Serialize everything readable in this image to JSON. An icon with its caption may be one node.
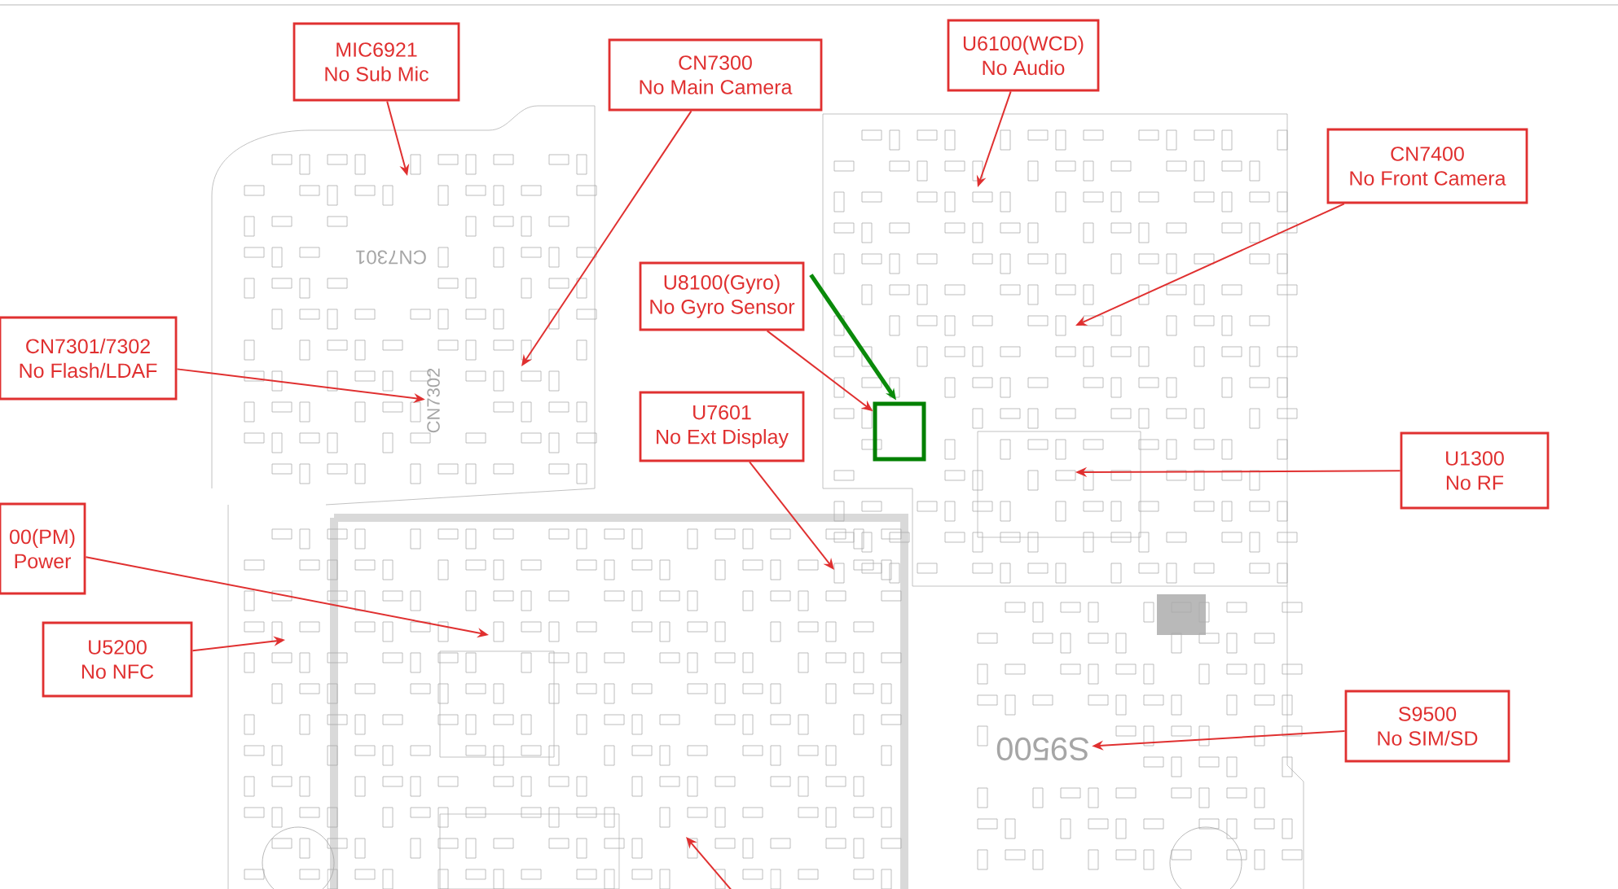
{
  "diagram": {
    "nodes": [
      {
        "text": [
          "MIC6921",
          "No Sub Mic"
        ]
      },
      {
        "text": [
          "CN7300",
          "No Main Camera"
        ]
      },
      {
        "text": [
          "U6100(WCD)",
          "No Audio"
        ]
      },
      {
        "text": [
          "CN7400",
          "No Front Camera"
        ]
      },
      {
        "text": [
          "U8100(Gyro)",
          "No Gyro Sensor"
        ]
      },
      {
        "text": [],
        "shape": "box"
      },
      {
        "text": [
          "U7601",
          "No Ext Display"
        ]
      },
      {
        "text": [
          "CN7301/7302",
          "No Flash/LDAF"
        ]
      },
      {
        "text": [
          "00(PM)",
          "Power"
        ]
      },
      {
        "text": [
          "U5200",
          "No NFC"
        ]
      },
      {
        "text": [
          "U1300",
          "No RF"
        ]
      },
      {
        "text": [
          "S9500",
          "No SIM/SD"
        ]
      },
      {
        "text": [
          "S9500"
        ]
      },
      {
        "text": [
          "CN7302"
        ]
      }
    ],
    "edges": [
      {
        "from": 0,
        "to": null,
        "arrow": "to"
      },
      {
        "from": 1,
        "to": null,
        "arrow": "to"
      },
      {
        "from": 2,
        "to": null,
        "arrow": "to"
      },
      {
        "from": 3,
        "to": null,
        "arrow": "to"
      },
      {
        "from": 4,
        "to": 5,
        "arrow": "to"
      },
      {
        "from": 4,
        "to": 5,
        "arrow": "to",
        "style": "thick",
        "color": "#0a8a0a"
      },
      {
        "from": 6,
        "to": null,
        "arrow": "to"
      },
      {
        "from": 7,
        "to": 13,
        "arrow": "to"
      },
      {
        "from": 8,
        "to": null,
        "arrow": "to"
      },
      {
        "from": 9,
        "to": null,
        "arrow": "to"
      },
      {
        "from": 10,
        "to": null,
        "arrow": "to"
      },
      {
        "from": 11,
        "to": 12,
        "arrow": "to"
      }
    ],
    "labels": [
      "CN7301"
    ]
  }
}
